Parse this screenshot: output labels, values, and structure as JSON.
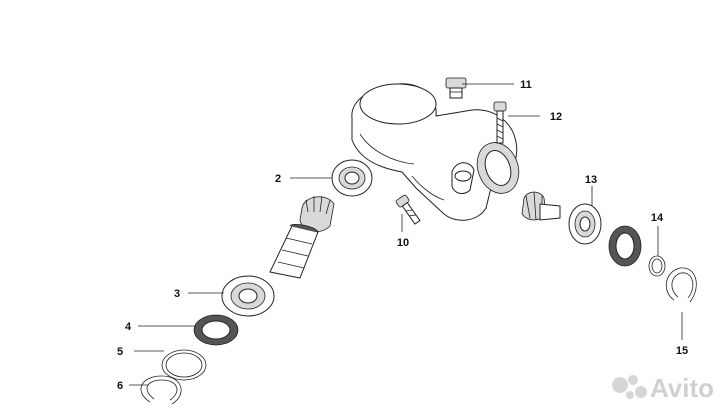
{
  "diagram": {
    "callouts": [
      {
        "id": "2",
        "label": "2"
      },
      {
        "id": "3",
        "label": "3"
      },
      {
        "id": "4",
        "label": "4"
      },
      {
        "id": "5",
        "label": "5"
      },
      {
        "id": "6",
        "label": "6"
      },
      {
        "id": "10",
        "label": "10"
      },
      {
        "id": "11",
        "label": "11"
      },
      {
        "id": "12",
        "label": "12"
      },
      {
        "id": "13",
        "label": "13"
      },
      {
        "id": "14",
        "label": "14"
      },
      {
        "id": "15",
        "label": "15"
      }
    ]
  },
  "watermark": {
    "text": "Avito",
    "icon": "avito-dots-icon"
  }
}
